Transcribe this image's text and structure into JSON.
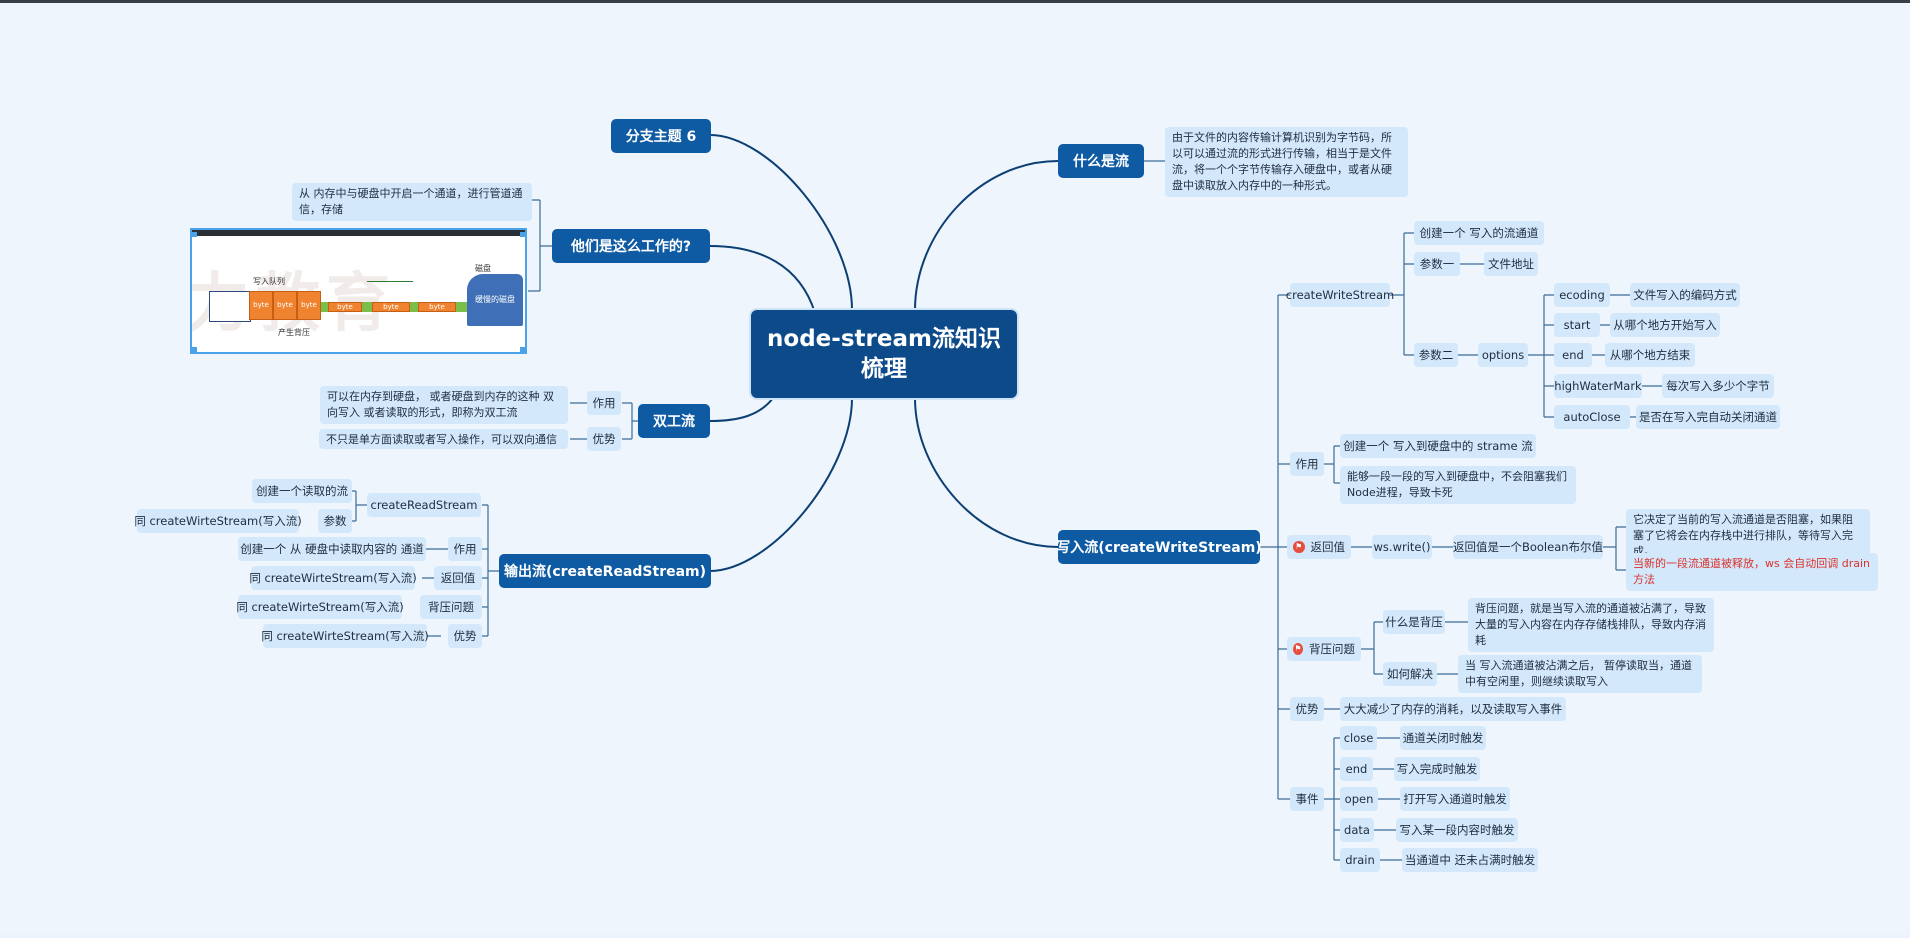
{
  "root": {
    "title": "node-stream流知识梳理"
  },
  "left": {
    "branch6": "分支主题 6",
    "howWork": {
      "label": "他们是这么工作的?",
      "desc": "从 内存中与硬盘中开启一个通道，进行管道通信，存储",
      "image": {
        "queue_label": "写入队列",
        "disk_label": "磁盘",
        "disk_inner": "缓慢的磁盘",
        "pressure_label": "产生背压",
        "cell_label": "byte"
      }
    },
    "duplex": {
      "label": "双工流",
      "use_label": "作用",
      "use_text": "可以在内存到硬盘， 或者硬盘到内存的这种 双向写入 或者读取的形式，即称为双工流",
      "adv_label": "优势",
      "adv_text": "不只是单方面读取或者写入操作，可以双向通信"
    },
    "readStream": {
      "label": "输出流(createReadStream)",
      "create_label": "createReadStream",
      "create_text": "创建一个读取的流",
      "param_label": "参数",
      "param_text": "同 createWirteStream(写入流)",
      "use_label": "作用",
      "use_text": "创建一个 从 硬盘中读取内容的 通道",
      "ret_label": "返回值",
      "ret_text": "同 createWirteStream(写入流)",
      "bp_label": "背压问题",
      "bp_text": "同 createWirteStream(写入流)",
      "adv_label": "优势",
      "adv_text": "同 createWirteStream(写入流)"
    }
  },
  "right": {
    "what": {
      "label": "什么是流",
      "text": "由于文件的内容传输计算机识别为字节码，所以可以通过流的形式进行传输，相当于是文件流，将一个个字节传输存入硬盘中，或者从硬盘中读取放入内存中的一种形式。"
    },
    "write": {
      "label": "写入流(createWriteStream)",
      "cws": {
        "label": "createWriteStream",
        "create_text": "创建一个 写入的流通道",
        "p1_label": "参数一",
        "p1_text": "文件地址",
        "p2_label": "参数二",
        "options_label": "options",
        "options": [
          {
            "key": "ecoding",
            "desc": "文件写入的编码方式"
          },
          {
            "key": "start",
            "desc": "从哪个地方开始写入"
          },
          {
            "key": "end",
            "desc": "从哪个地方结束"
          },
          {
            "key": "highWaterMark",
            "desc": "每次写入多少个字节"
          },
          {
            "key": "autoClose",
            "desc": "是否在写入完自动关闭通道"
          }
        ]
      },
      "use": {
        "label": "作用",
        "t1": "创建一个 写入到硬盘中的 strame 流",
        "t2": "能够一段一段的写入到硬盘中，不会阻塞我们Node进程，导致卡死"
      },
      "ret": {
        "label": "返回值",
        "method": "ws.write()",
        "bool": "返回值是一个Boolean布尔值",
        "t1": "它决定了当前的写入流通道是否阻塞，如果阻塞了它将会在内存栈中进行排队，等待写入完成。",
        "t2": "当新的一段流通道被释放，ws 会自动回调 drain方法"
      },
      "bp": {
        "label": "背压问题",
        "what_label": "什么是背压",
        "what_text": "背压问题，就是当写入流的通道被沾满了，导致大量的写入内容在内存存储栈排队，导致内存消耗",
        "how_label": "如何解决",
        "how_text": "当 写入流通道被沾满之后， 暂停读取当，通道中有空闲里，则继续读取写入"
      },
      "adv": {
        "label": "优势",
        "text": "大大减少了内存的消耗，以及读取写入事件"
      },
      "events": {
        "label": "事件",
        "items": [
          {
            "key": "close",
            "desc": "通道关闭时触发"
          },
          {
            "key": "end",
            "desc": "写入完成时触发"
          },
          {
            "key": "open",
            "desc": "打开写入通道时触发"
          },
          {
            "key": "data",
            "desc": "写入某一段内容时触发"
          },
          {
            "key": "drain",
            "desc": "当通道中 还未占满时触发"
          }
        ]
      }
    }
  },
  "colors": {
    "main": "#0e5aa3",
    "root": "#0c4a8a",
    "sub": "#d3e8fb",
    "line": "#0c3f73",
    "accent_red": "#d9332b"
  }
}
